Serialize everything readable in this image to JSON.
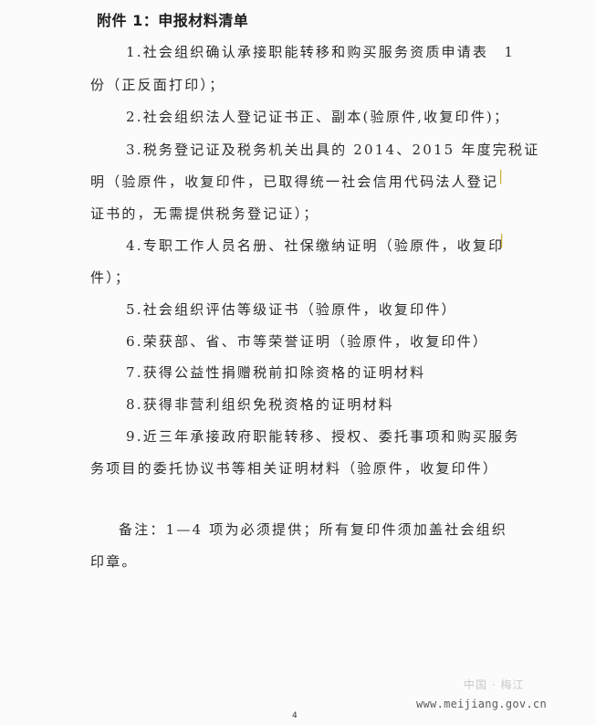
{
  "heading": "附件 1：申报材料清单",
  "lines": [
    "1.社会组织确认承接职能转移和购买服务资质申请表　1",
    "份（正反面打印）；",
    "2.社会组织法人登记证书正、副本(验原件,收复印件)；",
    "3.税务登记证及税务机关出具的 2014、2015 年度完税证",
    "明（验原件，收复印件，已取得统一社会信用代码法人登记",
    "证书的，无需提供税务登记证）；",
    "4.专职工作人员名册、社保缴纳证明（验原件，收复印",
    "件）；",
    "5.社会组织评估等级证书（验原件，收复印件）",
    "6.荣获部、省、市等荣誉证明（验原件，收复印件）",
    "7.获得公益性捐赠税前扣除资格的证明材料",
    "8.获得非营利组织免税资格的证明材料",
    "9.近三年承接政府职能转移、授权、委托事项和购买服务",
    "务项目的委托协议书等相关证明材料（验原件，收复印件）",
    "备注：1—4 项为必须提供；所有复印件须加盖社会组织",
    "印章。"
  ],
  "page_number": "4",
  "watermark": {
    "site_name": "中国 · 梅江",
    "url": "www.meijiang.gov.cn"
  },
  "colors": {
    "text": "#2b2b2b",
    "stamp": "#c9b23a",
    "watermark": "#c9c9c9"
  }
}
